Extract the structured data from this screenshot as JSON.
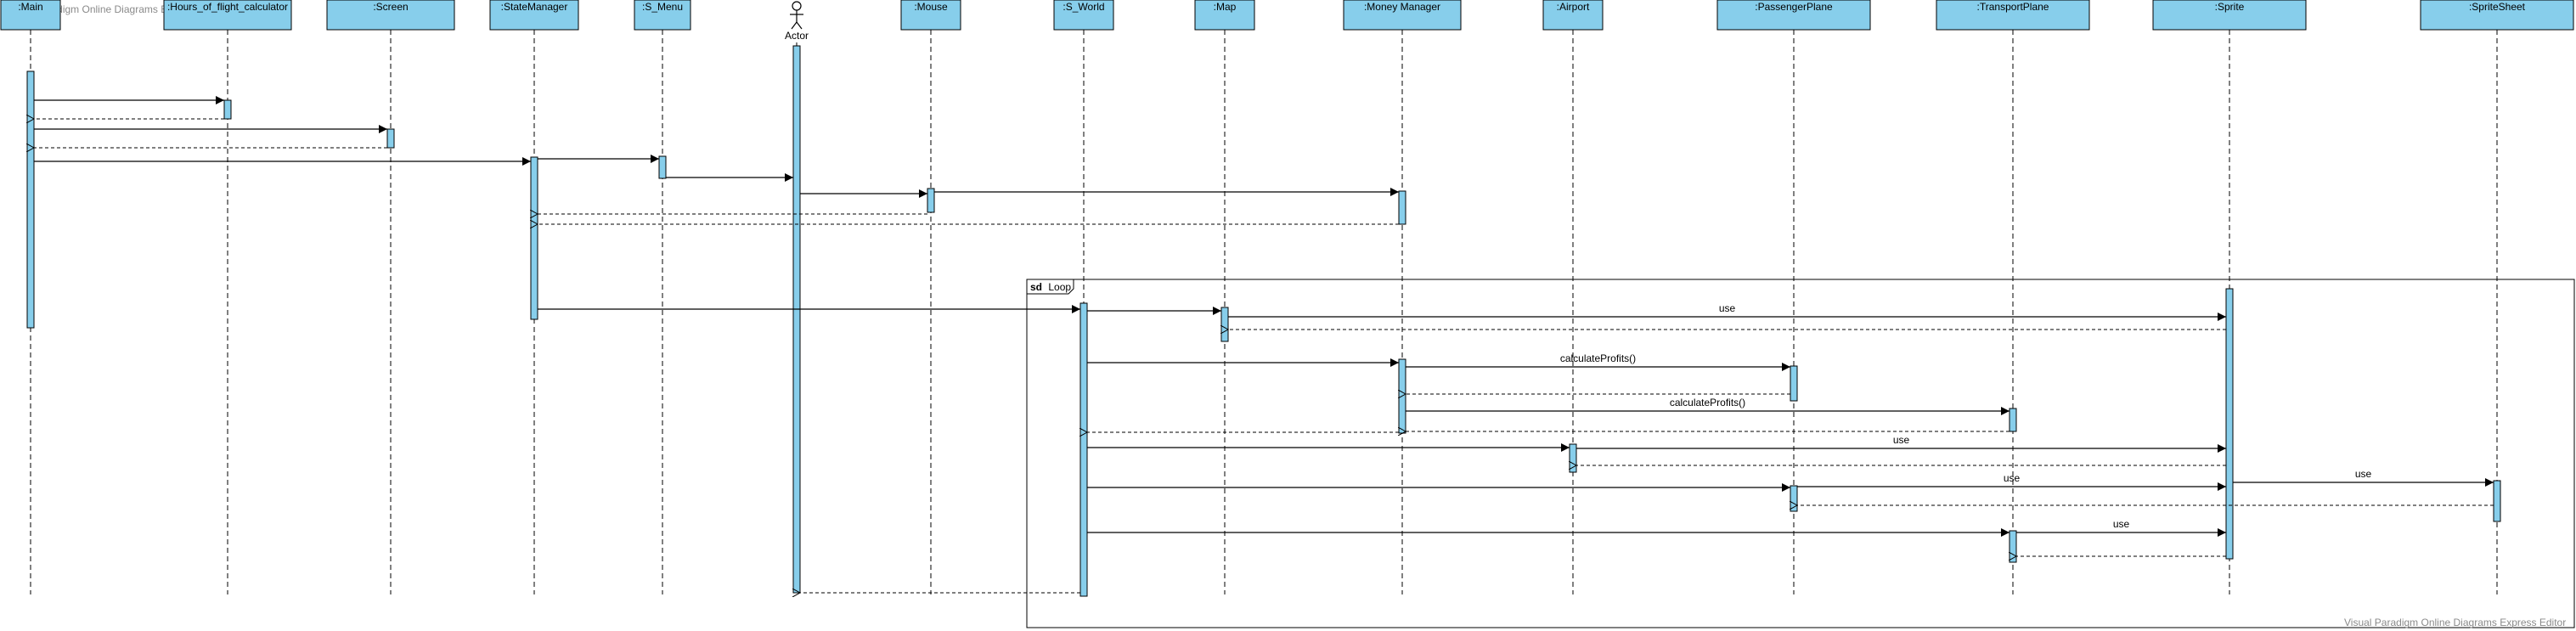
{
  "watermark_top": "Visual Paradigm Online Diagrams Express Editor",
  "watermark_bottom": "Visual Paradigm Online Diagrams Express Editor",
  "colors": {
    "box_fill": "#87CEEB",
    "line": "#000000",
    "watermark": "#8a8a8a"
  },
  "lifelines": [
    {
      "id": "main",
      "label": ":Main"
    },
    {
      "id": "hours",
      "label": ":Hours_of_flight_calculator"
    },
    {
      "id": "screen",
      "label": ":Screen"
    },
    {
      "id": "statemanager",
      "label": ":StateManager"
    },
    {
      "id": "smenu",
      "label": ":S_Menu"
    },
    {
      "id": "actor",
      "label": "Actor",
      "kind": "actor"
    },
    {
      "id": "mouse",
      "label": ":Mouse"
    },
    {
      "id": "sworld",
      "label": ":S_World"
    },
    {
      "id": "map",
      "label": ":Map"
    },
    {
      "id": "money",
      "label": ":Money Manager"
    },
    {
      "id": "airport",
      "label": ":Airport"
    },
    {
      "id": "passenger",
      "label": ":PassengerPlane"
    },
    {
      "id": "transport",
      "label": ":TransportPlane"
    },
    {
      "id": "sprite",
      "label": ":Sprite"
    },
    {
      "id": "spritesheet",
      "label": ":SpriteSheet"
    }
  ],
  "frame": {
    "kind": "sd",
    "name": "Loop"
  },
  "messages": [
    {
      "from": "main",
      "to": "hours",
      "label": "",
      "type": "call"
    },
    {
      "from": "hours",
      "to": "main",
      "label": "",
      "type": "return"
    },
    {
      "from": "main",
      "to": "screen",
      "label": "",
      "type": "call"
    },
    {
      "from": "screen",
      "to": "main",
      "label": "",
      "type": "return"
    },
    {
      "from": "main",
      "to": "statemanager",
      "label": "",
      "type": "call"
    },
    {
      "from": "statemanager",
      "to": "smenu",
      "label": "",
      "type": "call"
    },
    {
      "from": "smenu",
      "to": "actor",
      "label": "",
      "type": "call"
    },
    {
      "from": "actor",
      "to": "mouse",
      "label": "",
      "type": "call"
    },
    {
      "from": "mouse",
      "to": "money",
      "label": "",
      "type": "call"
    },
    {
      "from": "mouse",
      "to": "statemanager",
      "label": "",
      "type": "return"
    },
    {
      "from": "money",
      "to": "statemanager",
      "label": "",
      "type": "return"
    },
    {
      "from": "statemanager",
      "to": "sworld",
      "label": "",
      "type": "call"
    },
    {
      "from": "sworld",
      "to": "map",
      "label": "",
      "type": "call"
    },
    {
      "from": "map",
      "to": "sprite",
      "label": "use",
      "type": "call"
    },
    {
      "from": "sprite",
      "to": "map",
      "label": "",
      "type": "return"
    },
    {
      "from": "sworld",
      "to": "money",
      "label": "",
      "type": "call"
    },
    {
      "from": "money",
      "to": "passenger",
      "label": "calculateProfits()",
      "type": "call"
    },
    {
      "from": "passenger",
      "to": "money",
      "label": "",
      "type": "return"
    },
    {
      "from": "money",
      "to": "transport",
      "label": "calculateProfits()",
      "type": "call"
    },
    {
      "from": "transport",
      "to": "money",
      "label": "",
      "type": "return"
    },
    {
      "from": "money",
      "to": "sworld",
      "label": "",
      "type": "return"
    },
    {
      "from": "sworld",
      "to": "airport",
      "label": "",
      "type": "call"
    },
    {
      "from": "airport",
      "to": "sprite",
      "label": "use",
      "type": "call"
    },
    {
      "from": "sprite",
      "to": "airport",
      "label": "",
      "type": "return"
    },
    {
      "from": "sprite",
      "to": "spritesheet",
      "label": "use",
      "type": "call"
    },
    {
      "from": "sworld",
      "to": "passenger",
      "label": "",
      "type": "call"
    },
    {
      "from": "passenger",
      "to": "sprite",
      "label": "use",
      "type": "call"
    },
    {
      "from": "spritesheet",
      "to": "passenger",
      "label": "",
      "type": "return"
    },
    {
      "from": "sworld",
      "to": "transport",
      "label": "",
      "type": "call"
    },
    {
      "from": "transport",
      "to": "sprite",
      "label": "use",
      "type": "call"
    },
    {
      "from": "sprite",
      "to": "transport",
      "label": "",
      "type": "return"
    },
    {
      "from": "sworld",
      "to": "actor",
      "label": "",
      "type": "return"
    }
  ]
}
